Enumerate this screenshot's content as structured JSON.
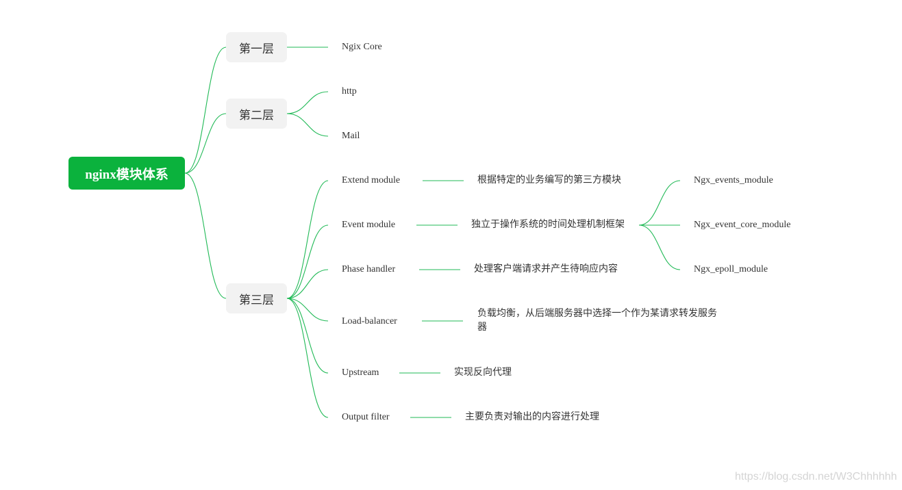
{
  "root": {
    "label": "nginx模块体系"
  },
  "layers": [
    {
      "label": "第一层",
      "children": [
        "Ngix Core"
      ]
    },
    {
      "label": "第二层",
      "children": [
        "http",
        "Mail"
      ]
    },
    {
      "label": "第三层",
      "children": [
        {
          "label": "Extend module",
          "desc": "根据特定的业务编写的第三方模块"
        },
        {
          "label": "Event module",
          "desc": "独立于操作系统的时间处理机制框架",
          "children": [
            "Ngx_events_module",
            "Ngx_event_core_module",
            "Ngx_epoll_module"
          ]
        },
        {
          "label": "Phase handler",
          "desc": "处理客户端请求并产生待响应内容"
        },
        {
          "label": "Load-balancer",
          "desc": "负载均衡，从后端服务器中选择一个作为某请求转发服务器"
        },
        {
          "label": "Upstream",
          "desc": "实现反向代理"
        },
        {
          "label": "Output filter",
          "desc": "主要负责对输出的内容进行处理"
        }
      ]
    }
  ],
  "watermark": "https://blog.csdn.net/W3Chhhhhh",
  "colors": {
    "line": "#1fb955",
    "root_bg": "#0bb23d",
    "layer_bg": "#f2f2f2"
  }
}
